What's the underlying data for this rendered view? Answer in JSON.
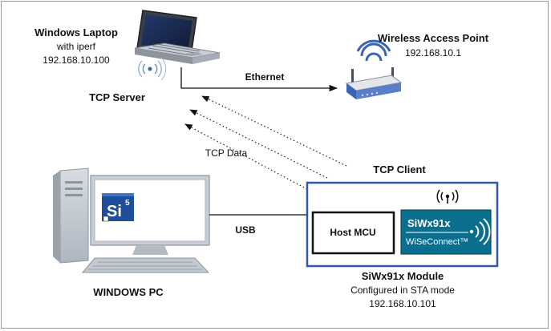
{
  "laptop": {
    "title": "Windows Laptop",
    "subtitle": "with iperf",
    "ip": "192.168.10.100",
    "role": "TCP Server"
  },
  "access_point": {
    "title": "Wireless Access Point",
    "ip": "192.168.10.1"
  },
  "links": {
    "ethernet": "Ethernet",
    "tcp_data": "TCP Data",
    "usb": "USB"
  },
  "module": {
    "role": "TCP Client",
    "host_mcu": "Host MCU",
    "chip_name": "SiWx91x",
    "chip_brand": "WiSeConnect™",
    "title": "SiWx91x Module",
    "mode": "Configured in STA mode",
    "ip": "192.168.10.101"
  },
  "pc": {
    "title": "WINDOWS PC",
    "logo_text": "Si",
    "logo_superscript": "5"
  },
  "colors": {
    "module_border": "#2f5aa8",
    "chip_fill": "#0a6f8f",
    "router_blue": "#3b63b8",
    "monitor_gray": "#bfc6cf"
  }
}
